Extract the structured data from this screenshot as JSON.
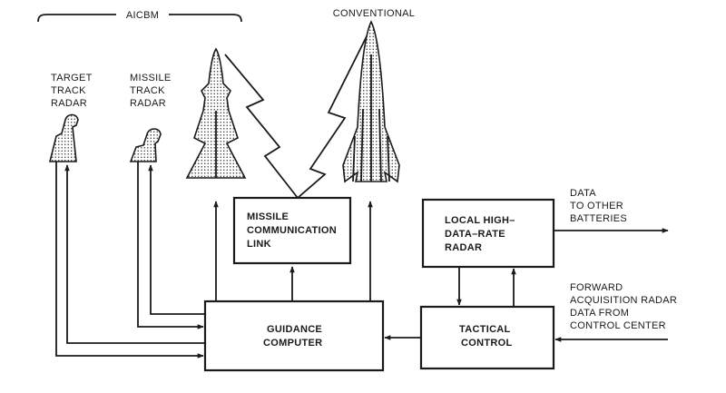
{
  "labels": {
    "aicbm": "AICBM",
    "conventional": "CONVENTIONAL",
    "target_track_radar": [
      "TARGET",
      "TRACK",
      "RADAR"
    ],
    "missile_track_radar": [
      "MISSILE",
      "TRACK",
      "RADAR"
    ],
    "data_to_other_batteries": [
      "DATA",
      "TO OTHER",
      "BATTERIES"
    ],
    "forward_acquisition": [
      "FORWARD",
      "ACQUISITION RADAR",
      "DATA FROM",
      "CONTROL CENTER"
    ]
  },
  "boxes": {
    "missile_communication_link": [
      "MISSILE",
      "COMMUNICATION",
      "LINK"
    ],
    "local_radar": [
      "LOCAL HIGH–",
      "DATA–RATE",
      "RADAR"
    ],
    "guidance_computer": [
      "GUIDANCE",
      "COMPUTER"
    ],
    "tactical_control": [
      "TACTICAL",
      "CONTROL"
    ]
  }
}
